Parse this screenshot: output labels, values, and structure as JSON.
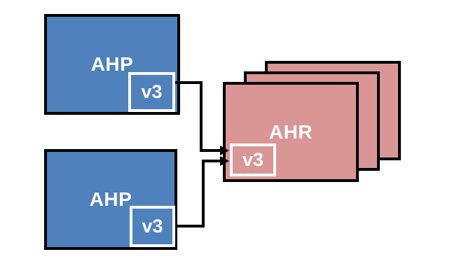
{
  "colors": {
    "background": "#FFFFFF",
    "node_blue": "#4F81BD",
    "node_pink": "#D99694",
    "outline": "#000000",
    "label_text": "#FFFFFF",
    "badge_border": "#FFFFFF"
  },
  "diagram": {
    "ahp_top": {
      "label": "AHP",
      "badge": "v3"
    },
    "ahp_bottom": {
      "label": "AHP",
      "badge": "v3"
    },
    "ahr": {
      "label": "AHR",
      "badge": "v3",
      "stack_count": 3
    },
    "connections": [
      {
        "from": "ahp-top-v3-badge",
        "to": "ahr-v3-badge",
        "style": "elbow-arrow"
      },
      {
        "from": "ahp-bottom-v3-badge",
        "to": "ahr-v3-badge",
        "style": "elbow-arrow"
      }
    ]
  }
}
